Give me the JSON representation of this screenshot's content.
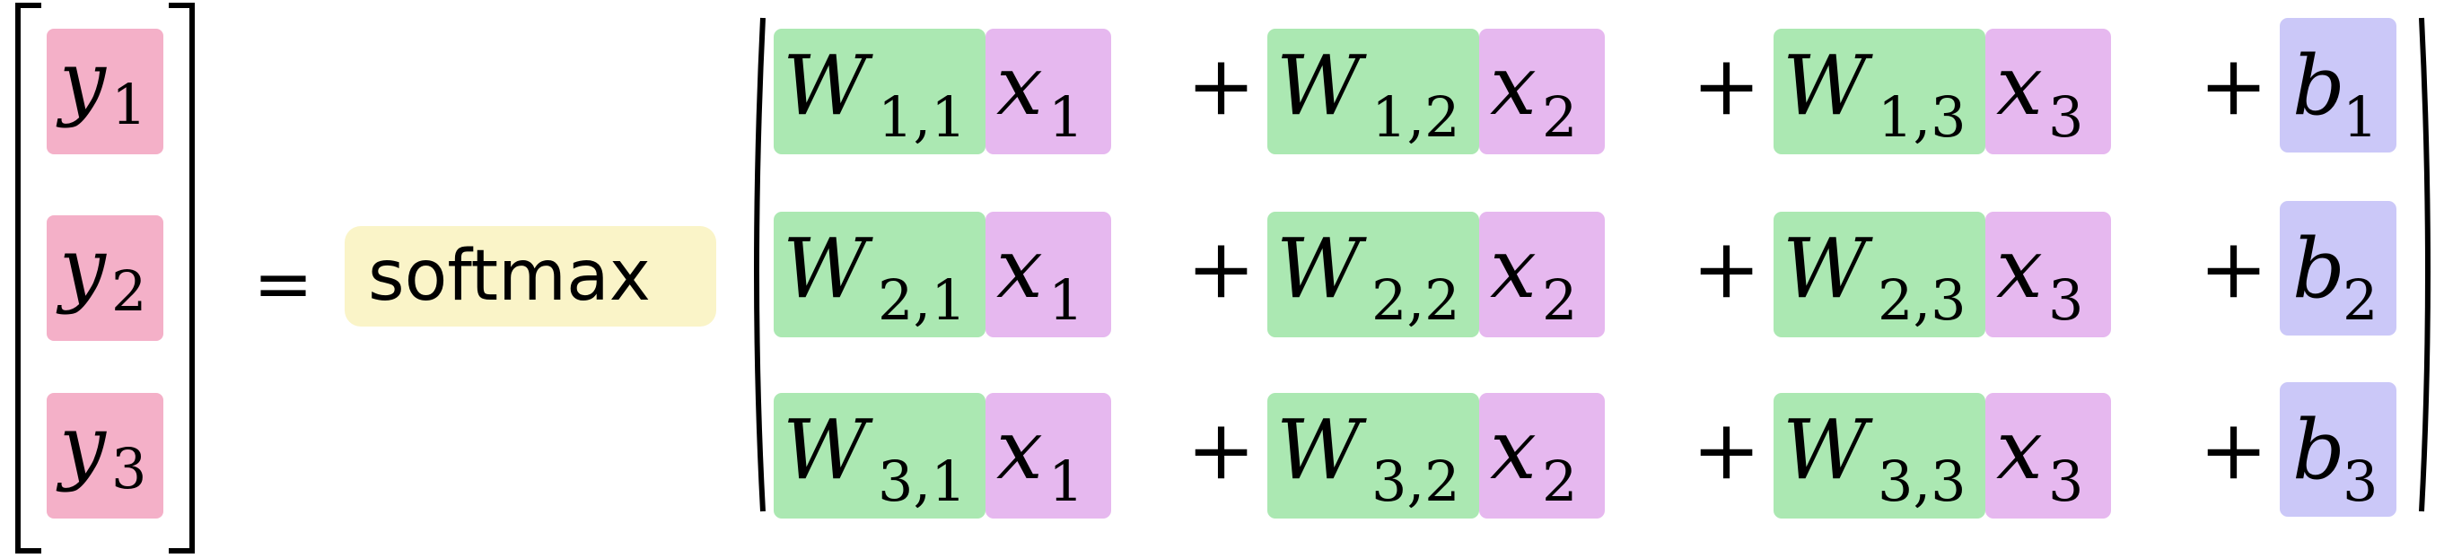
{
  "equation": {
    "output_vector": [
      {
        "symbol": "y",
        "index": "1"
      },
      {
        "symbol": "y",
        "index": "2"
      },
      {
        "symbol": "y",
        "index": "3"
      }
    ],
    "equals": "=",
    "function": "softmax",
    "plus": "+",
    "rows": [
      {
        "terms": [
          {
            "weight": "W",
            "weight_index": "1,1",
            "input": "x",
            "input_index": "1"
          },
          {
            "weight": "W",
            "weight_index": "1,2",
            "input": "x",
            "input_index": "2"
          },
          {
            "weight": "W",
            "weight_index": "1,3",
            "input": "x",
            "input_index": "3"
          }
        ],
        "bias": "b",
        "bias_index": "1"
      },
      {
        "terms": [
          {
            "weight": "W",
            "weight_index": "2,1",
            "input": "x",
            "input_index": "1"
          },
          {
            "weight": "W",
            "weight_index": "2,2",
            "input": "x",
            "input_index": "2"
          },
          {
            "weight": "W",
            "weight_index": "2,3",
            "input": "x",
            "input_index": "3"
          }
        ],
        "bias": "b",
        "bias_index": "2"
      },
      {
        "terms": [
          {
            "weight": "W",
            "weight_index": "3,1",
            "input": "x",
            "input_index": "1"
          },
          {
            "weight": "W",
            "weight_index": "3,2",
            "input": "x",
            "input_index": "2"
          },
          {
            "weight": "W",
            "weight_index": "3,3",
            "input": "x",
            "input_index": "3"
          }
        ],
        "bias": "b",
        "bias_index": "3"
      }
    ]
  },
  "colors": {
    "output": "#f4b0c8",
    "function": "#faf4c8",
    "weight": "#abe8b2",
    "input": "#e6b8ef",
    "bias": "#cbc8f8"
  }
}
